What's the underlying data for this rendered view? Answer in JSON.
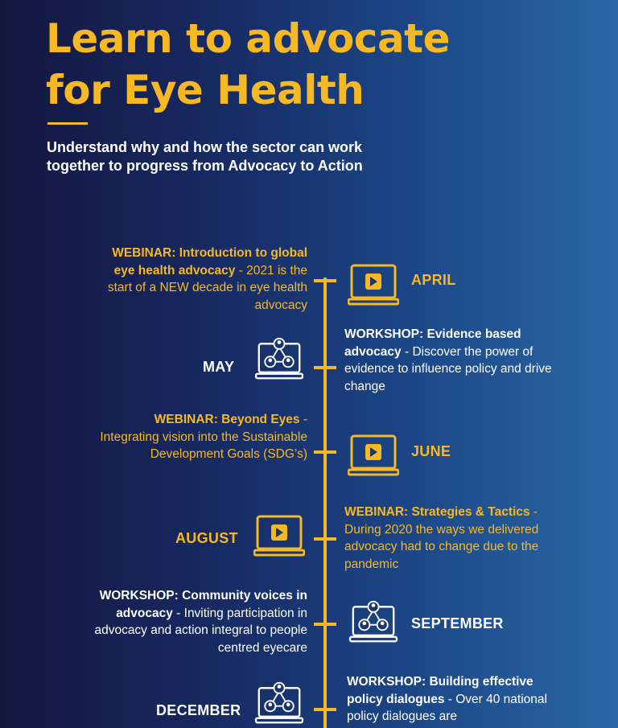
{
  "header": {
    "title_line1": "Learn to advocate",
    "title_line2": "for Eye Health",
    "subtitle_line1": "Understand why and how the sector can work",
    "subtitle_line2": "together to progress from Advocacy to Action"
  },
  "colors": {
    "accent": "#f6b823",
    "background_dark": "#14163f",
    "background_light": "#2a67a6"
  },
  "events": [
    {
      "month": "APRIL",
      "icon": "video-play-laptop-icon",
      "lead": "WEBINAR: Introduction to global eye health advocacy",
      "text": " - 2021 is the start of a NEW decade in eye health advocacy"
    },
    {
      "month": "MAY",
      "icon": "network-people-laptop-icon",
      "lead": "WORKSHOP: Evidence based advocacy",
      "text": " - Discover the power of evidence to influence policy and drive change"
    },
    {
      "month": "JUNE",
      "icon": "video-play-laptop-icon",
      "lead": "WEBINAR: Beyond Eyes",
      "text": " - Integrating vision into the Sustainable Development Goals (SDG’s)"
    },
    {
      "month": "AUGUST",
      "icon": "video-play-laptop-icon",
      "lead": "WEBINAR: Strategies & Tactics",
      "text": " - During 2020 the ways we delivered advocacy had to change due to the pandemic"
    },
    {
      "month": "SEPTEMBER",
      "icon": "network-people-laptop-icon",
      "lead": "WORKSHOP: Community voices in advocacy",
      "text": " - Inviting participation in advocacy and action integral to people centred eyecare"
    },
    {
      "month": "DECEMBER",
      "icon": "network-people-laptop-icon",
      "lead": "WORKSHOP: Building effective policy dialogues",
      "text": " - Over 40 national policy dialogues are"
    }
  ]
}
